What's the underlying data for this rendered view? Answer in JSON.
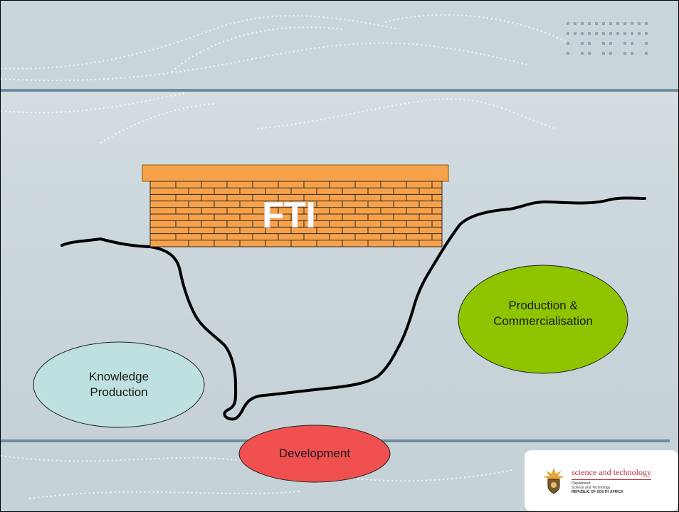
{
  "diagram": {
    "wall_label": "FTI",
    "nodes": [
      {
        "id": "knowledge",
        "lines": [
          "Knowledge",
          "Production"
        ],
        "color": "#bfe0e0"
      },
      {
        "id": "development",
        "lines": [
          "Development"
        ],
        "color": "#f05050"
      },
      {
        "id": "production",
        "lines": [
          "Production &",
          "Commercialisation"
        ],
        "color": "#8fc400"
      }
    ],
    "colors": {
      "wall": "#f7a24a",
      "wall_mortar": "#2a2a2a",
      "chasm": "#000000"
    }
  },
  "footer": {
    "logo_title": "science and technology",
    "logo_line1": "Department:",
    "logo_line2": "Science and Technology",
    "logo_line3": "REPUBLIC OF SOUTH AFRICA"
  }
}
